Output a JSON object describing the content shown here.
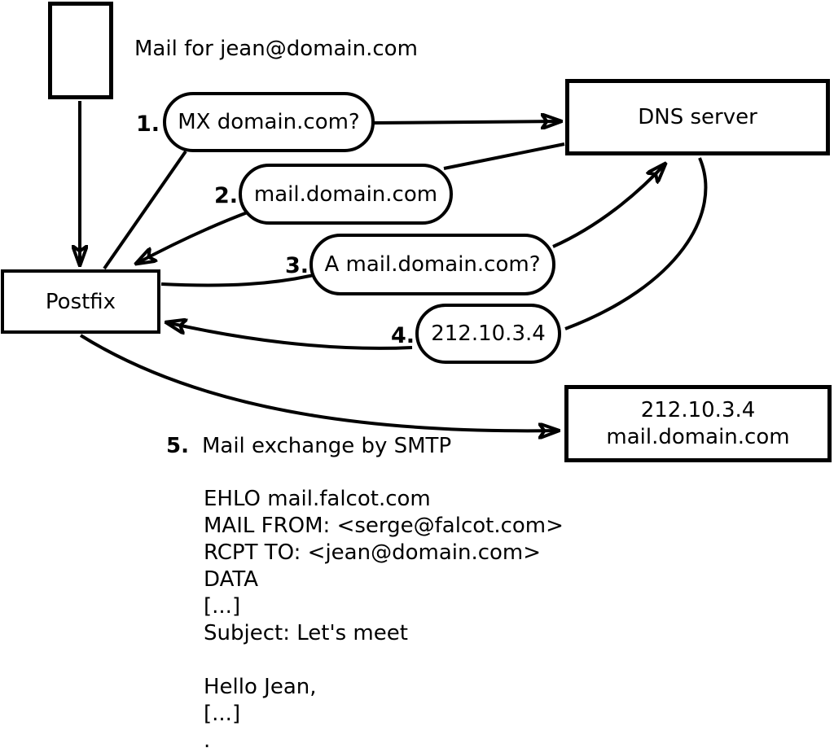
{
  "palette": {
    "stroke": "#000000",
    "background": "#ffffff"
  },
  "mail_source": {
    "caption": "Mail for jean@domain.com"
  },
  "nodes": {
    "postfix": "Postfix",
    "dns_server": "DNS server",
    "mail_server": {
      "line1": "212.10.3.4",
      "line2": "mail.domain.com"
    }
  },
  "steps": [
    {
      "num": "1.",
      "label": "MX domain.com?"
    },
    {
      "num": "2.",
      "label": "mail.domain.com"
    },
    {
      "num": "3.",
      "label": "A mail.domain.com?"
    },
    {
      "num": "4.",
      "label": "212.10.3.4"
    },
    {
      "num": "5.",
      "label": "Mail exchange by SMTP"
    }
  ],
  "smtp_session": [
    "EHLO mail.falcot.com",
    "MAIL FROM: <serge@falcot.com>",
    "RCPT TO: <jean@domain.com>",
    "DATA",
    "[...]",
    "Subject: Let's meet",
    "",
    "Hello Jean,",
    "[...]",
    "."
  ]
}
